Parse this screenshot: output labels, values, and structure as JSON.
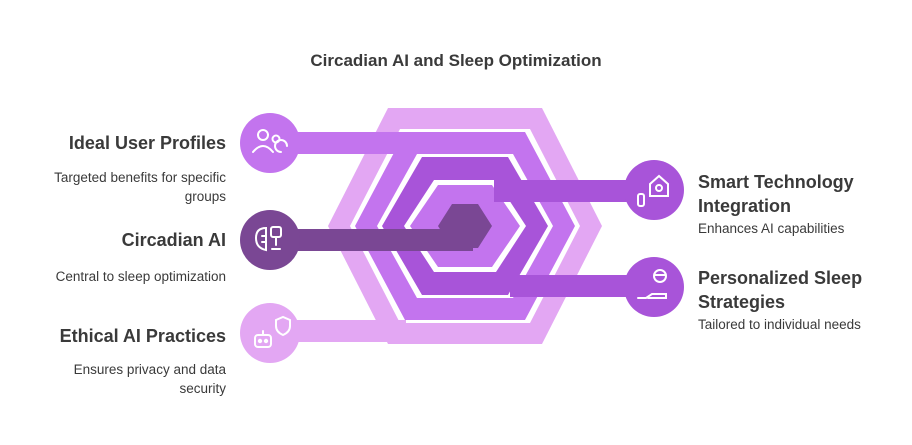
{
  "title": "Circadian AI and Sleep Optimization",
  "colors": {
    "light": "#e3a7f3",
    "medium": "#c374ee",
    "dark": "#7a4794",
    "right_circle": "#a854d9",
    "left_top_circle": "#c374ee",
    "left_mid_circle": "#7a4794",
    "left_bottom_circle": "#e3a7f3",
    "text": "#3a3a3a"
  },
  "items": {
    "ideal_user_profiles": {
      "title": "Ideal User Profiles",
      "desc": "Targeted benefits for specific groups",
      "icon": "users-refresh-icon"
    },
    "circadian_ai": {
      "title": "Circadian AI",
      "desc": "Central to sleep optimization",
      "icon": "brain-robot-icon"
    },
    "ethical_ai": {
      "title": "Ethical AI Practices",
      "desc": "Ensures privacy and data security",
      "icon": "robot-shield-icon"
    },
    "smart_tech": {
      "title": "Smart Technology Integration",
      "desc": "Enhances AI capabilities",
      "icon": "smart-home-remote-icon"
    },
    "personalized_sleep": {
      "title": "Personalized Sleep Strategies",
      "desc": "Tailored to individual needs",
      "icon": "person-hand-icon"
    }
  }
}
